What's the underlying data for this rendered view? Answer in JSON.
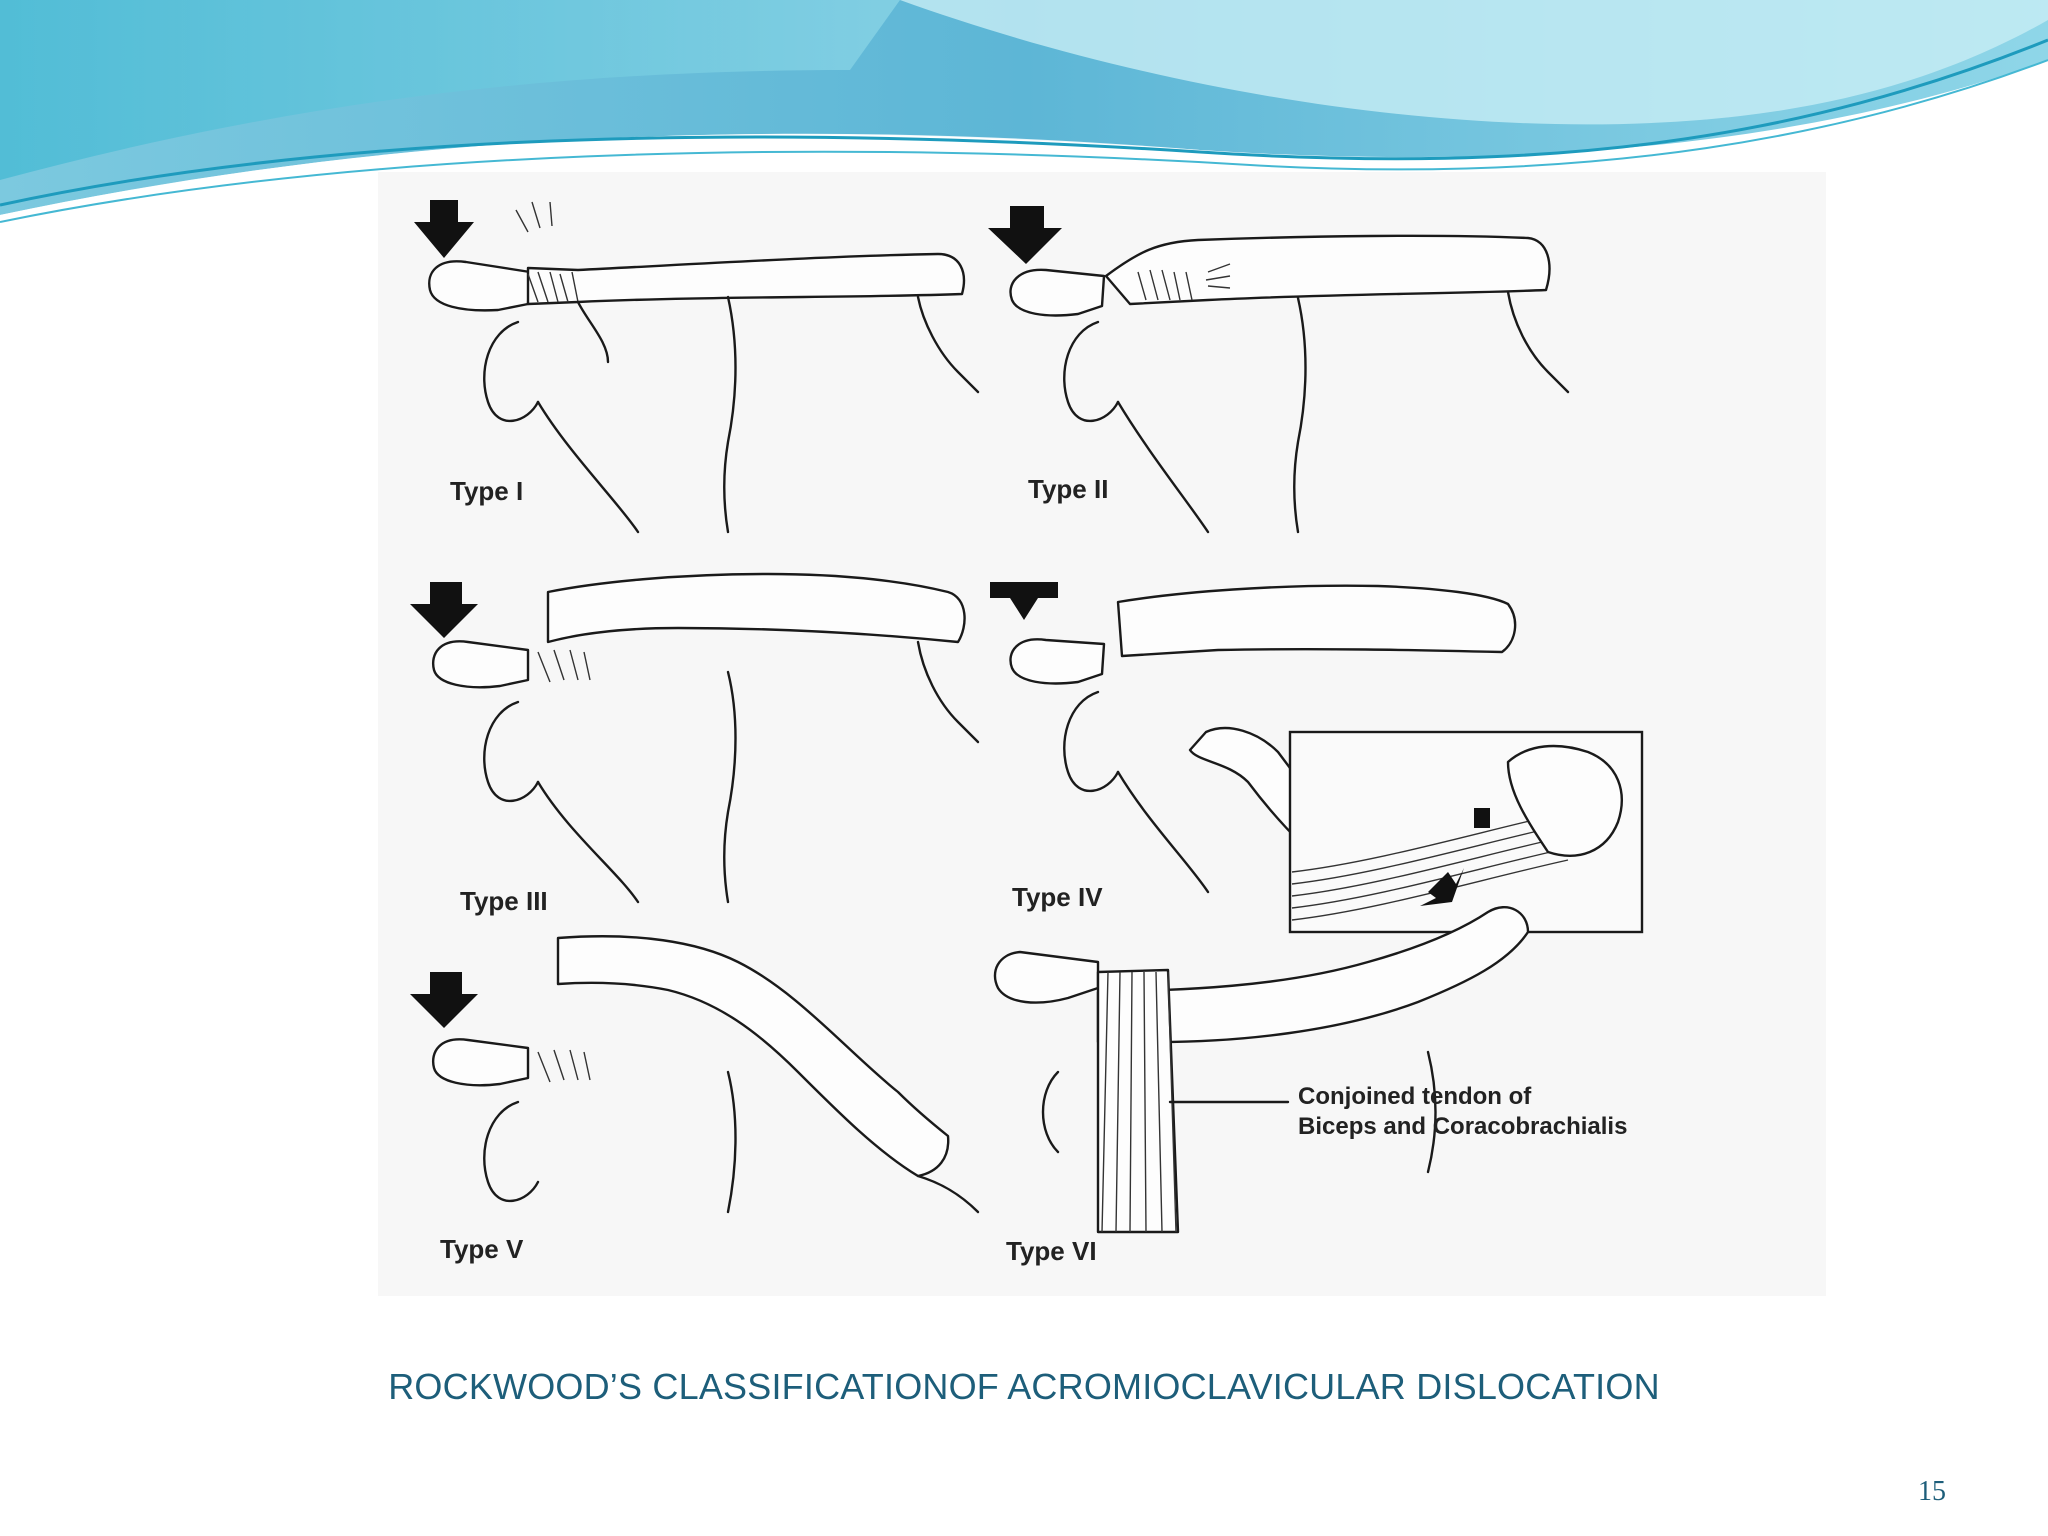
{
  "slide": {
    "caption": "ROCKWOOD’S CLASSIFICATIONOF ACROMIOCLAVICULAR DISLOCATION",
    "page_number": "15"
  },
  "figure": {
    "panels": [
      {
        "label": "Type I"
      },
      {
        "label": "Type II"
      },
      {
        "label": "Type III"
      },
      {
        "label": "Type IV"
      },
      {
        "label": "Type V"
      },
      {
        "label": "Type VI"
      }
    ],
    "callout": {
      "line1": "Conjoined tendon of",
      "line2": "Biceps and Coracobrachialis"
    }
  },
  "colors": {
    "caption": "#1d5e7a",
    "header_dark": "#3aa7c9",
    "header_light": "#a9e3ef"
  }
}
